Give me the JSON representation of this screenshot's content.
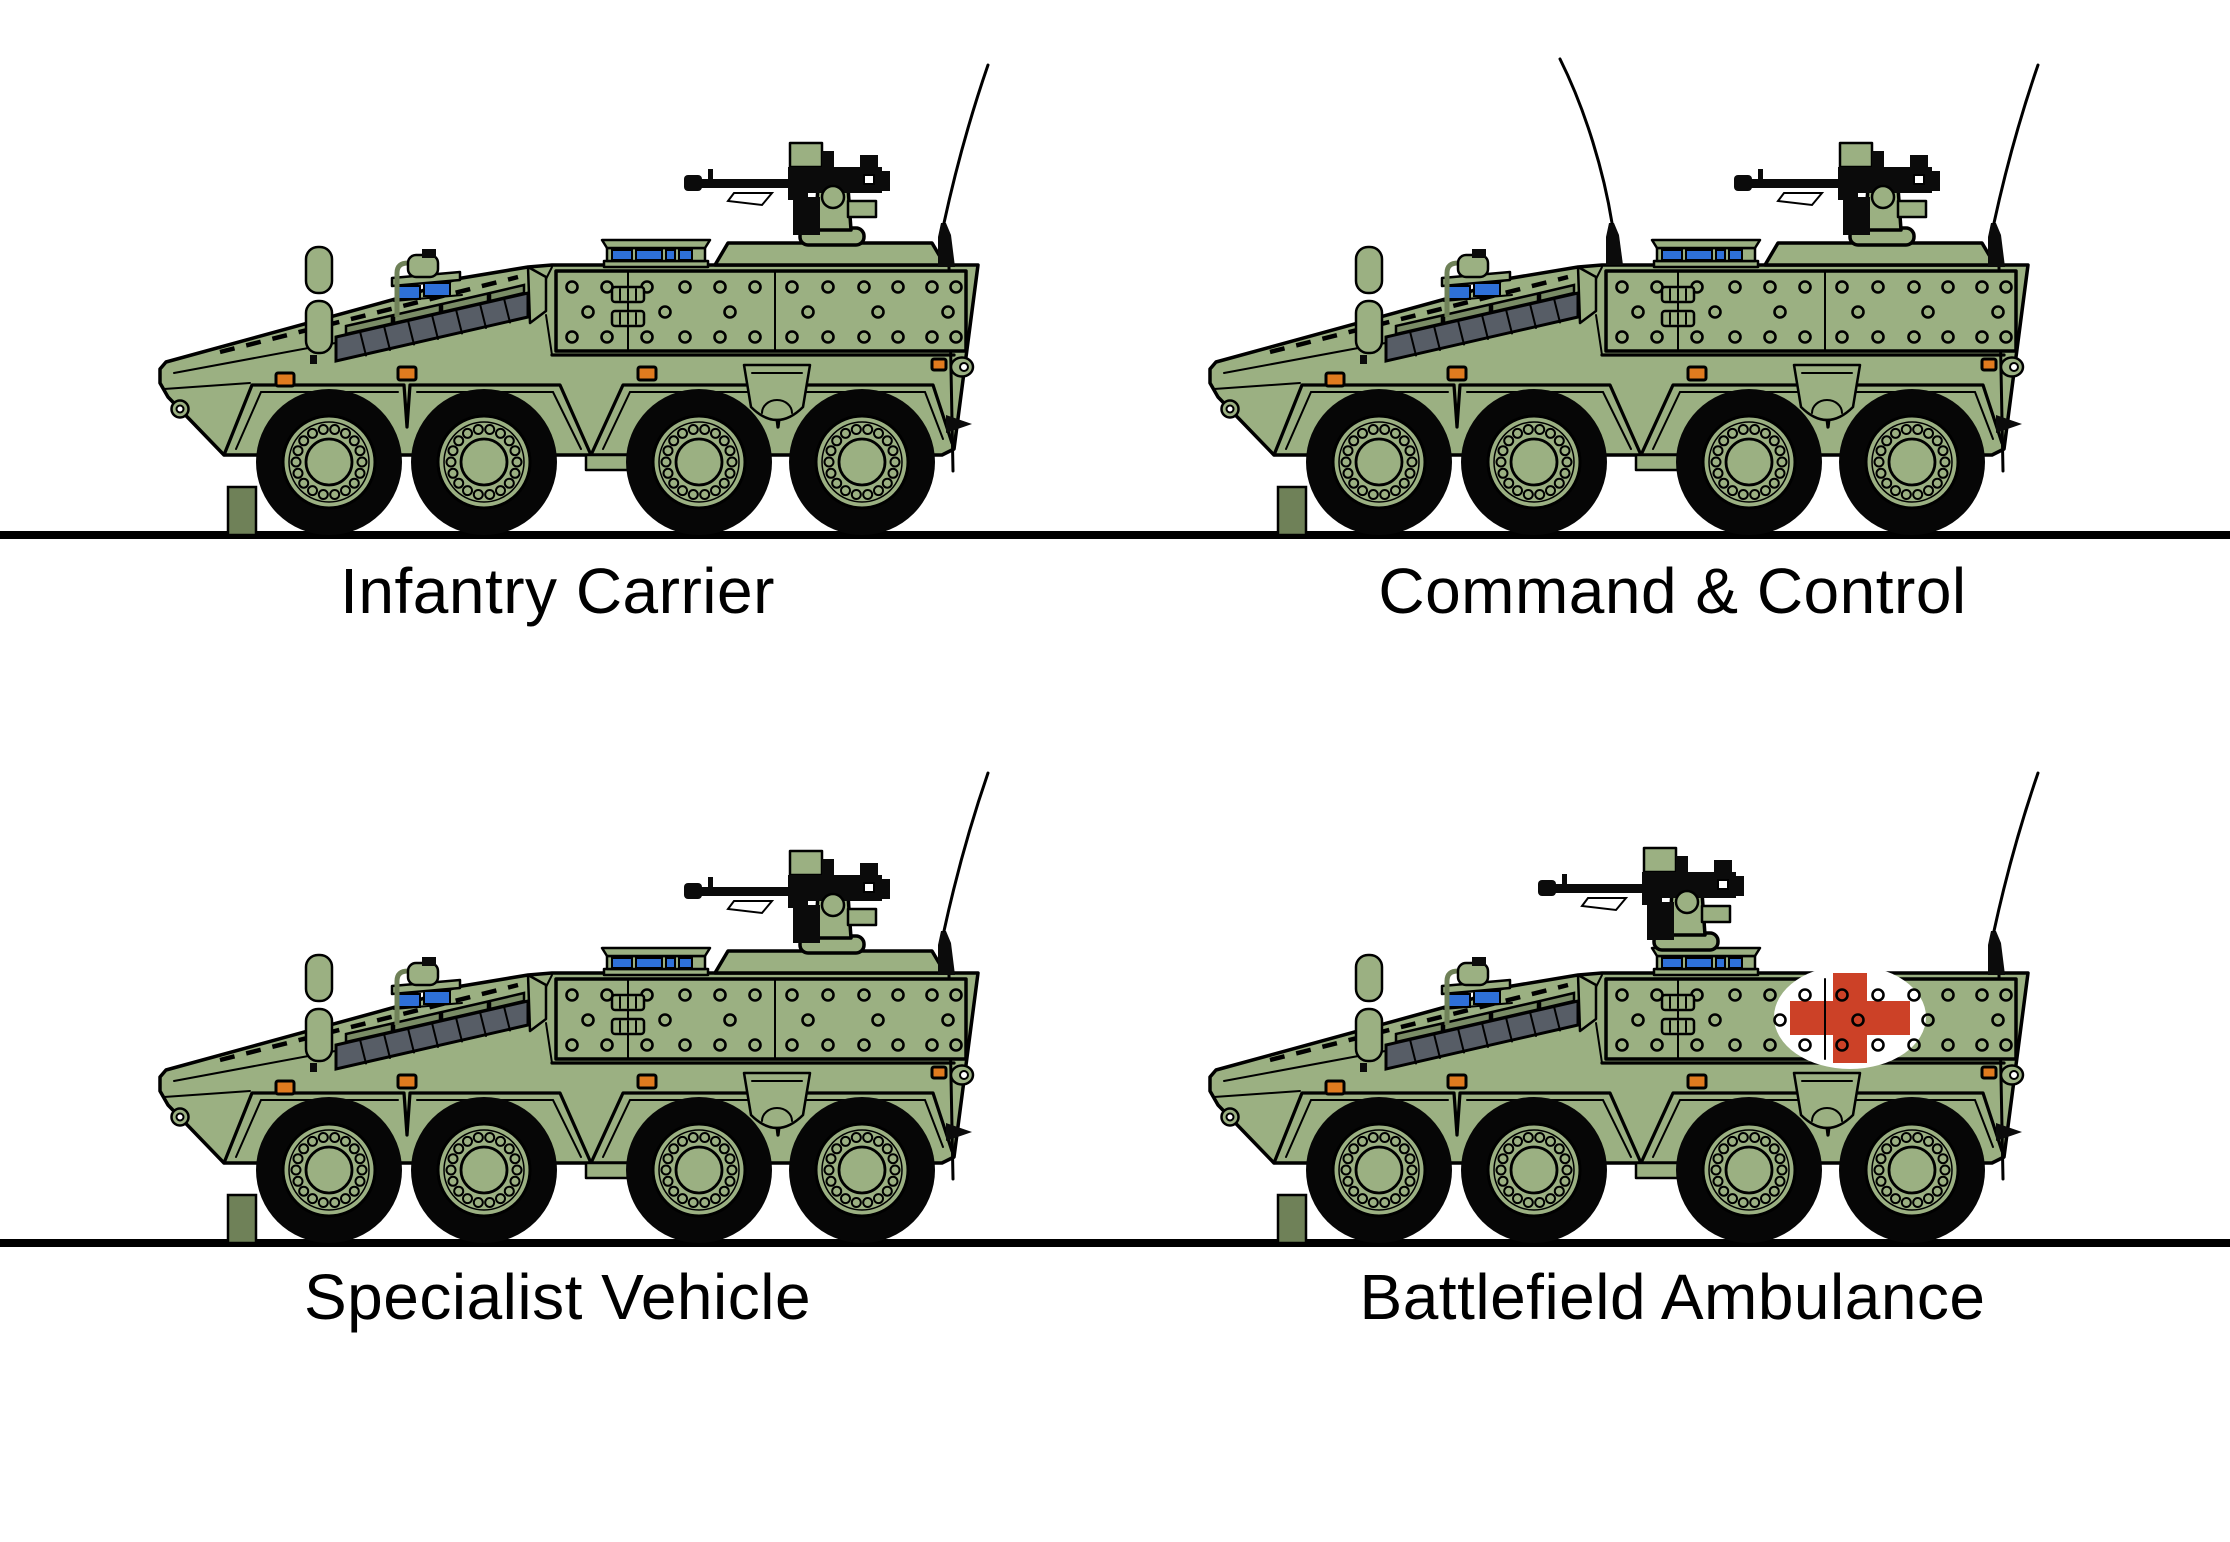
{
  "type": "diagram",
  "title": "Armoured vehicle variants",
  "background": "#ffffff",
  "colors": {
    "body_green": "#9BB082",
    "slat_green": "#7A8C66",
    "dark_green": "#6F8158",
    "louver_gray": "#575D66",
    "glass_blue": "#2E70D8",
    "marker_orange": "#E07B1F",
    "cross_red": "#CC4127",
    "roundel_white": "#FFFFFF",
    "gun_black": "#0B0B0B",
    "outline_black": "#000000",
    "ground_black": "#000000"
  },
  "vehicles": [
    {
      "id": "infantry-carrier",
      "label": "Infantry Carrier",
      "gun_position": "rear",
      "front_antenna": false,
      "rear_antenna": true,
      "raised_plate": true,
      "red_cross": false
    },
    {
      "id": "command-control",
      "label": "Command & Control",
      "gun_position": "rear",
      "front_antenna": true,
      "rear_antenna": true,
      "raised_plate": true,
      "red_cross": false
    },
    {
      "id": "specialist-vehicle",
      "label": "Specialist Vehicle",
      "gun_position": "rear",
      "front_antenna": false,
      "rear_antenna": true,
      "raised_plate": true,
      "red_cross": false
    },
    {
      "id": "battlefield-ambulance",
      "label": "Battlefield Ambulance",
      "gun_position": "front",
      "front_antenna": false,
      "rear_antenna": true,
      "raised_plate": false,
      "red_cross": true
    }
  ],
  "ground_lines": 2
}
